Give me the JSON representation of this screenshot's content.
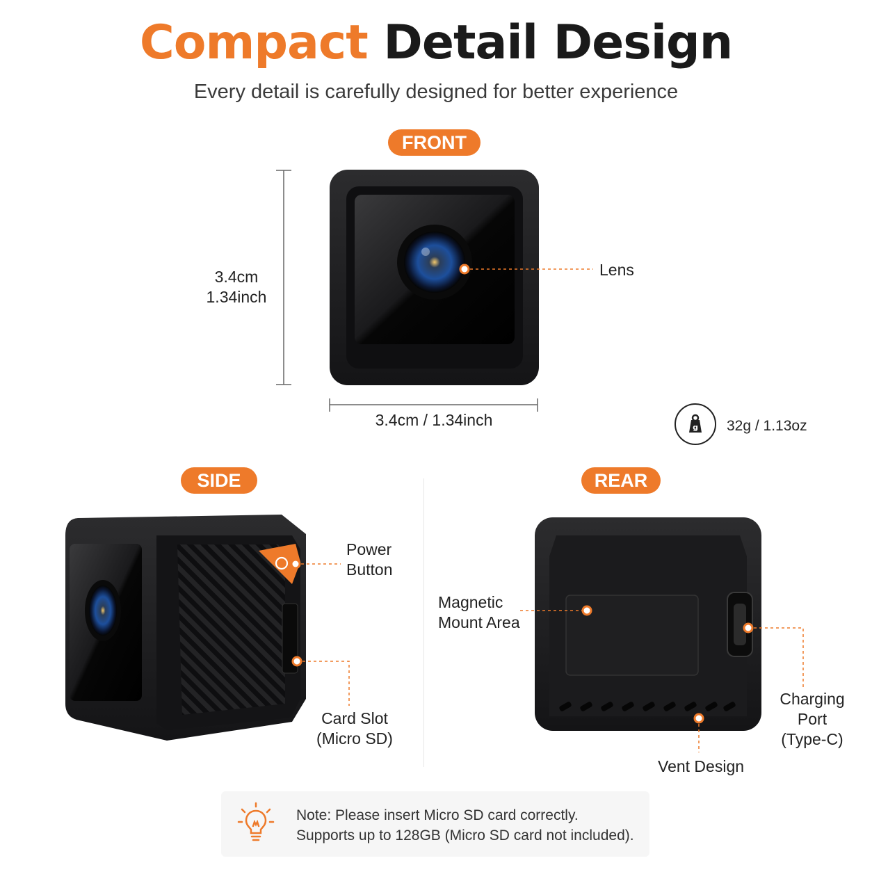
{
  "header": {
    "title_accent": "Compact",
    "title_rest": "Detail Design",
    "subtitle": "Every detail is carefully designed for better experience"
  },
  "front": {
    "badge": "FRONT",
    "height_dim_line1": "3.4cm",
    "height_dim_line2": "1.34inch",
    "width_dim": "3.4cm / 1.34inch",
    "lens_label": "Lens"
  },
  "weight": {
    "icon": "weight-icon",
    "value": "32g / 1.13oz"
  },
  "side": {
    "badge": "SIDE",
    "power_label_line1": "Power",
    "power_label_line2": "Button",
    "card_label_line1": "Card Slot",
    "card_label_line2": "(Micro SD)"
  },
  "rear": {
    "badge": "REAR",
    "magnetic_line1": "Magnetic",
    "magnetic_line2": "Mount Area",
    "charging_line1": "Charging Port",
    "charging_line2": "(Type-C)",
    "vent_label": "Vent Design"
  },
  "note": {
    "icon": "lightbulb-icon",
    "line1": "Note: Please insert Micro SD card correctly.",
    "line2": "Supports up to 128GB (Micro SD card not included)."
  },
  "colors": {
    "accent": "#ee7a2a",
    "device": "#1c1c1e",
    "text": "#1a1a1a"
  }
}
